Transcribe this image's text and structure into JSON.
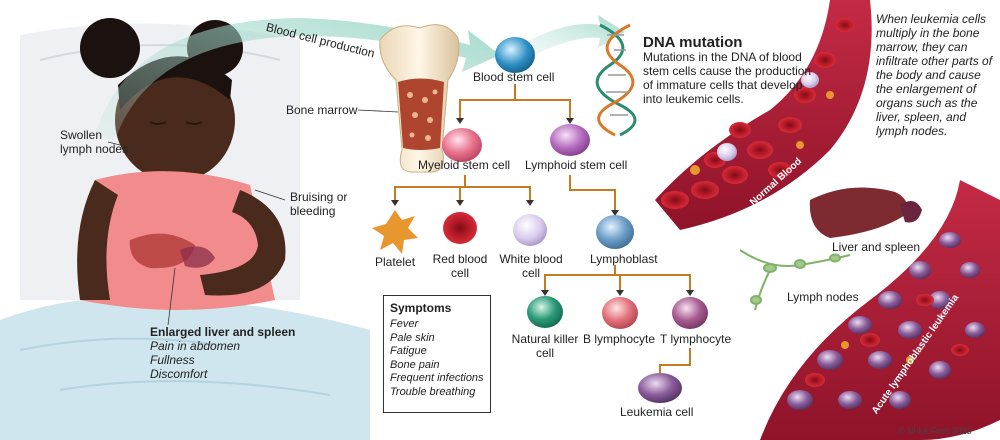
{
  "labels": {
    "blood_cell_production": "Blood cell production",
    "bone_marrow": "Bone marrow",
    "swollen_lymph_nodes": [
      "Swollen",
      "lymph nodes"
    ],
    "bruising": [
      "Bruising or",
      "bleeding"
    ],
    "blood_stem_cell": "Blood stem cell",
    "myeloid_stem_cell": "Myeloid stem cell",
    "lymphoid_stem_cell": "Lymphoid stem cell",
    "platelet": "Platelet",
    "red_blood_cell": [
      "Red blood",
      "cell"
    ],
    "white_blood_cell": [
      "White blood",
      "cell"
    ],
    "lymphoblast": "Lymphoblast",
    "natural_killer_cell": [
      "Natural killer",
      "cell"
    ],
    "b_lymphocyte": "B lymphocyte",
    "t_lymphocyte": "T lymphocyte",
    "leukemia_cell": "Leukemia cell",
    "liver_and_spleen": "Liver and spleen",
    "lymph_nodes": "Lymph nodes",
    "normal_blood": "Normal Blood",
    "acute_leukemia": "Acute lymphoblastic leukemia"
  },
  "dna": {
    "title": "DNA mutation",
    "description": "Mutations in the DNA of blood stem cells cause the production of immature cells that develop into leukemic cells."
  },
  "info_text": "When leukemia cells multiply in the bone marrow, they can infiltrate other parts of the body and cause the enlargement of organs such as the liver, spleen, and lymph nodes.",
  "enlarged": {
    "title": "Enlarged liver and spleen",
    "items": [
      "Pain in abdomen",
      "Fullness",
      "Discomfort"
    ]
  },
  "symptoms": {
    "title": "Symptoms",
    "items": [
      "Fever",
      "Pale skin",
      "Fatigue",
      "Bone pain",
      "Frequent infections",
      "Trouble breathing"
    ]
  },
  "copyright": "© Ni-ka Ford 2023",
  "colors": {
    "tree_line": "#c77a1f",
    "vessel": "#b51f3a",
    "red_cell": "#c8202f",
    "leukemia_cell": "#6b4a7a",
    "skin": "#4a2a1c",
    "dress": "#f28b8b"
  }
}
